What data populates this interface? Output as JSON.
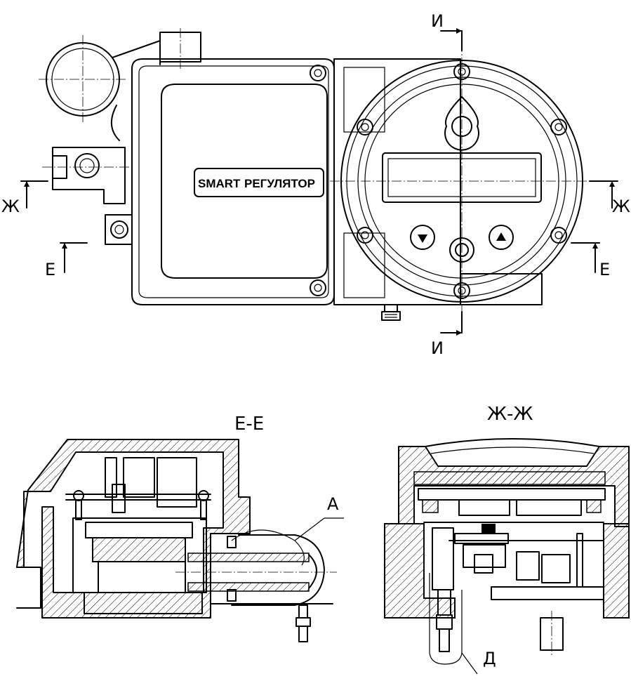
{
  "nameplate": {
    "brand": "SMART",
    "text": "РЕГУЛЯТОР"
  },
  "section_marks": {
    "I": "И",
    "Zh": "Ж",
    "E": "Е"
  },
  "section_titles": {
    "e_e": "Е-Е",
    "zh_zh": "Ж-Ж"
  },
  "callouts": {
    "a": "А",
    "d": "Д"
  }
}
